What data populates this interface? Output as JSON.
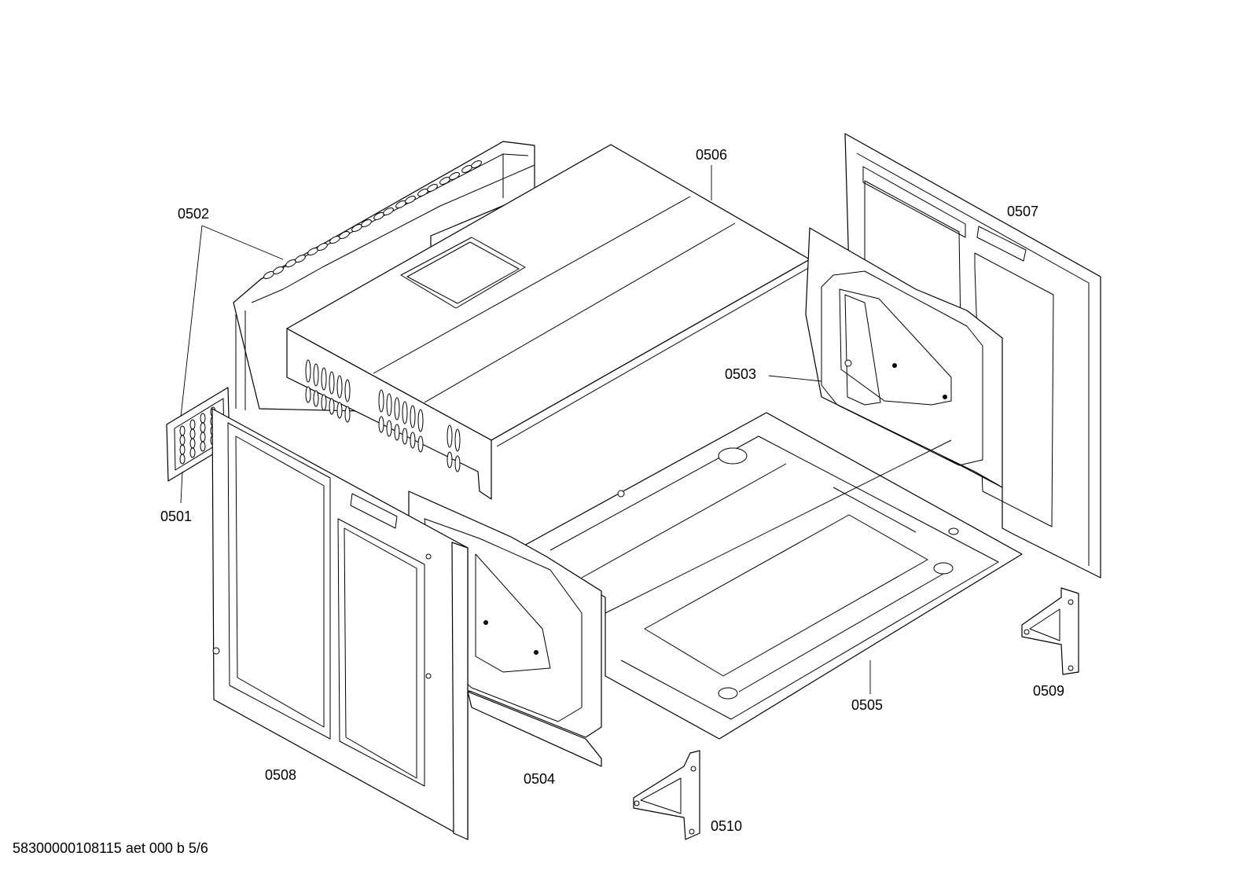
{
  "labels": {
    "p0501": "0501",
    "p0502": "0502",
    "p0503": "0503",
    "p0504": "0504",
    "p0505": "0505",
    "p0506": "0506",
    "p0507": "0507",
    "p0508": "0508",
    "p0509": "0509",
    "p0510": "0510"
  },
  "footer": "58300000108115 aet 000 b 5/6"
}
